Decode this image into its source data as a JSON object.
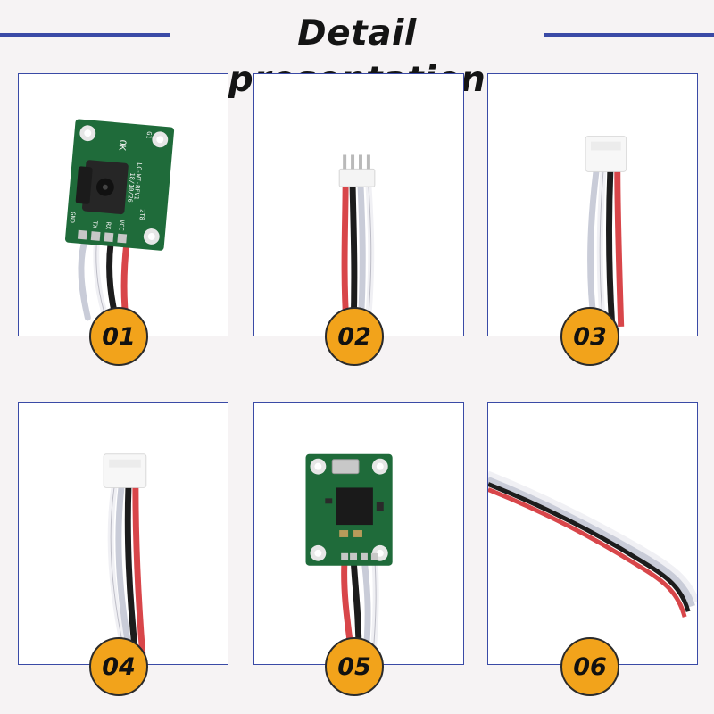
{
  "header": {
    "title": "Detail presentation"
  },
  "panels": [
    {
      "badge": "01",
      "subject": "camera-module-with-cable",
      "silkscreen": [
        "LC-WT-RFV1",
        "2T8",
        "18/10/26",
        "GND",
        "TX",
        "RX",
        "VCC",
        "G1",
        "OK"
      ]
    },
    {
      "badge": "02",
      "subject": "connector-with-cable"
    },
    {
      "badge": "03",
      "subject": "connector-with-cable"
    },
    {
      "badge": "04",
      "subject": "connector-with-cable"
    },
    {
      "badge": "05",
      "subject": "circuit-board-with-cable"
    },
    {
      "badge": "06",
      "subject": "cable-close-up"
    }
  ],
  "colors": {
    "accent": "#3a4aa6",
    "badge": "#f2a31b",
    "pcb": "#1f6b3a",
    "wire_red": "#d8464a",
    "wire_black": "#1c1c1c",
    "wire_gray": "#c9ccd8",
    "wire_white": "#f0f0f4"
  }
}
